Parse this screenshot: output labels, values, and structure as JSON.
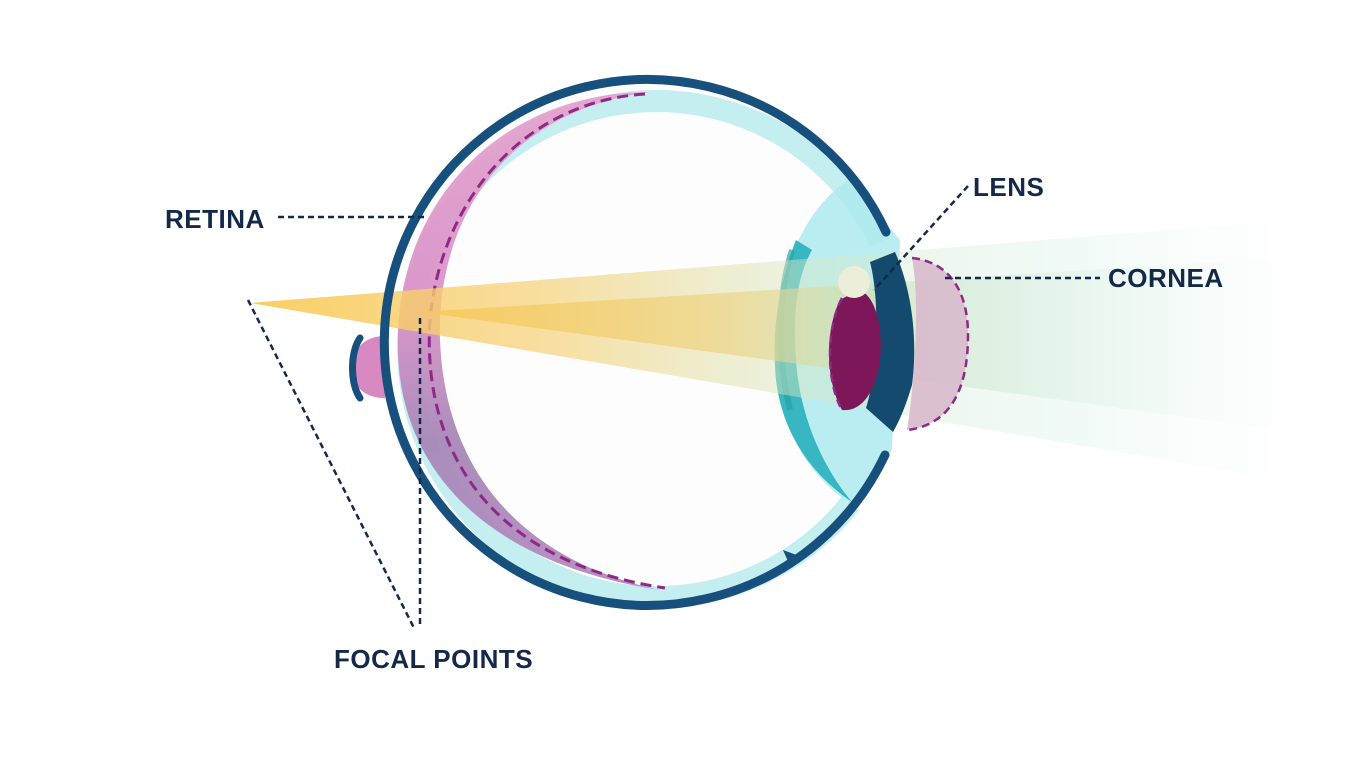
{
  "labels": {
    "retina": "RETINA",
    "lens": "LENS",
    "cornea": "CORNEA",
    "focal_points": "FOCAL POINTS"
  },
  "colors": {
    "label_text": "#14294a",
    "eye_outline": "#17507d",
    "retina": "#e08dc6",
    "retina_dash": "#8e2a86",
    "light_beam": "#f8cc57",
    "cornea_fill": "#d9bdcd",
    "lens_cyan": "#33b6c1",
    "iris_dark": "#134a6d",
    "pupil": "#7d1759",
    "highlight": "#eceed9"
  }
}
